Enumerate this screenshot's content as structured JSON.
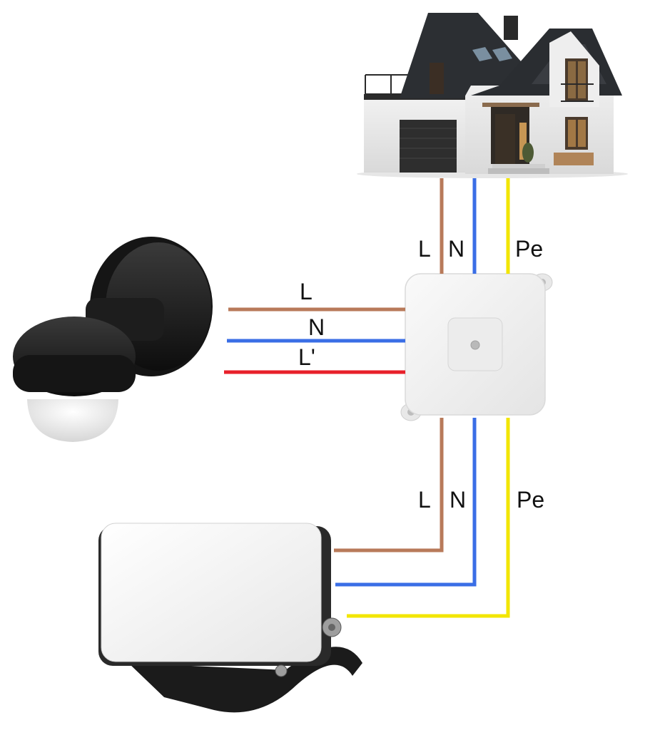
{
  "colors": {
    "live": "#b87a5a",
    "neutral": "#3a6ee6",
    "earth": "#f2e600",
    "switched_live": "#e8202a",
    "background": "#ffffff"
  },
  "devices": {
    "house": "house",
    "junction_box": "junction-box",
    "motion_sensor": "motion-sensor",
    "floodlight": "floodlight"
  },
  "labels": {
    "house_wires": [
      "L",
      "N",
      "Pe"
    ],
    "sensor_wires": [
      "L",
      "N",
      "L'"
    ],
    "light_wires": [
      "L",
      "N",
      "Pe"
    ]
  }
}
